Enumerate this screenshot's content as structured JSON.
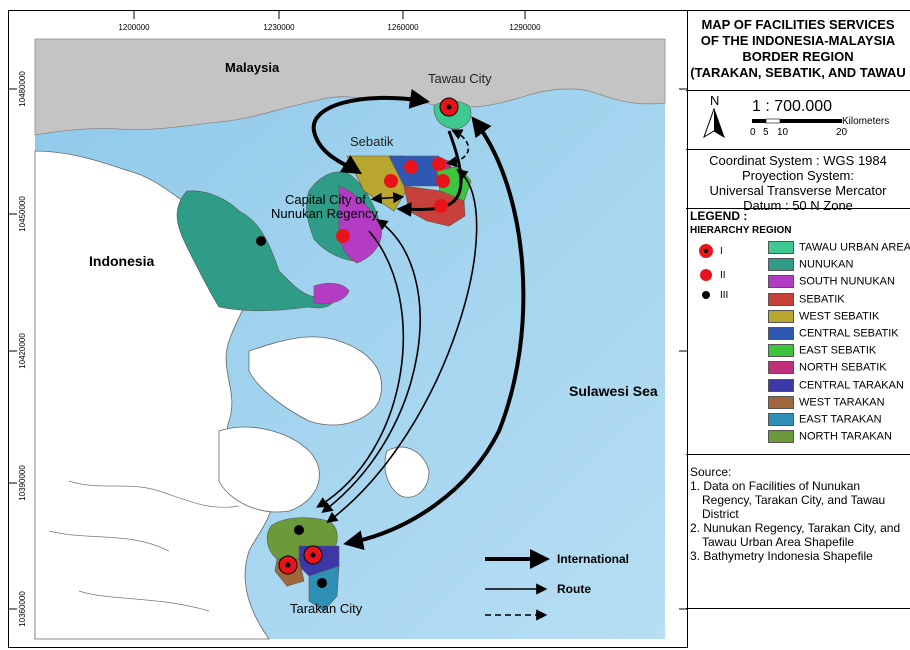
{
  "title": {
    "line1": "MAP OF FACILITIES SERVICES",
    "line2": "OF THE INDONESIA-MALAYSIA",
    "line3": "BORDER REGION",
    "line4": "(TARAKAN, SEBATIK, AND TAWAU"
  },
  "scale": {
    "north": "N",
    "ratio": "1 : 700.000",
    "unit": "Kilometers",
    "ticks": [
      "0",
      "5",
      "10",
      "20"
    ]
  },
  "coordinate": {
    "line1": "Coordinat System : WGS 1984",
    "line2": "Proyection System:",
    "line3": "Universal Transverse Mercator",
    "line4": "Datum : 50 N Zone"
  },
  "legend": {
    "title": "LEGEND :",
    "subtitle": "HIERARCHY  REGION",
    "hierarchy": [
      {
        "label": "I",
        "color": "#e8141c"
      },
      {
        "label": "II",
        "color": "#e8141c"
      },
      {
        "label": "III",
        "color": "#000000"
      }
    ],
    "regions": [
      {
        "label": "TAWAU URBAN AREA",
        "color": "#3ec990"
      },
      {
        "label": "NUNUKAN",
        "color": "#2e9c86"
      },
      {
        "label": "SOUTH NUNUKAN",
        "color": "#b43cc4"
      },
      {
        "label": "SEBATIK",
        "color": "#c8403a"
      },
      {
        "label": "WEST SEBATIK",
        "color": "#b9a62e"
      },
      {
        "label": "CENTRAL SEBATIK",
        "color": "#2e58b4"
      },
      {
        "label": "EAST SEBATIK",
        "color": "#3cc43c"
      },
      {
        "label": "NORTH SEBATIK",
        "color": "#c0307a"
      },
      {
        "label": "CENTRAL TARAKAN",
        "color": "#3c38a8"
      },
      {
        "label": "WEST TARAKAN",
        "color": "#a0663c"
      },
      {
        "label": "EAST TARAKAN",
        "color": "#2e90b4"
      },
      {
        "label": "NORTH TARAKAN",
        "color": "#6a9a3a"
      }
    ]
  },
  "source": {
    "title": "Source:",
    "items": [
      "1. Data on Facilities of Nunukan Regency, Tarakan City, and Tawau District",
      "2. Nunukan Regency, Tarakan City, and Tawau Urban Area Shapefile",
      "3. Bathymetry Indonesia Shapefile"
    ]
  },
  "map": {
    "grid_x": [
      "1200000",
      "1230000",
      "1260000",
      "1290000"
    ],
    "grid_y": [
      "10480000",
      "10450000",
      "10420000",
      "10390000",
      "10360000"
    ],
    "labels": {
      "malaysia": "Malaysia",
      "tawau": "Tawau City",
      "sebatik": "Sebatik",
      "capital": "Capital City of",
      "capital2": "Nunukan  Regency",
      "indonesia": "Indonesia",
      "sulawesi": "Sulawesi Sea",
      "tarakan": "Tarakan City"
    },
    "route_legend": {
      "international": "International",
      "route": "Route"
    },
    "colors": {
      "sea": "#9fd3ee",
      "land_malaysia": "#bdbdbd",
      "land_indonesia": "#ffffff",
      "arrow": "#000000"
    }
  }
}
